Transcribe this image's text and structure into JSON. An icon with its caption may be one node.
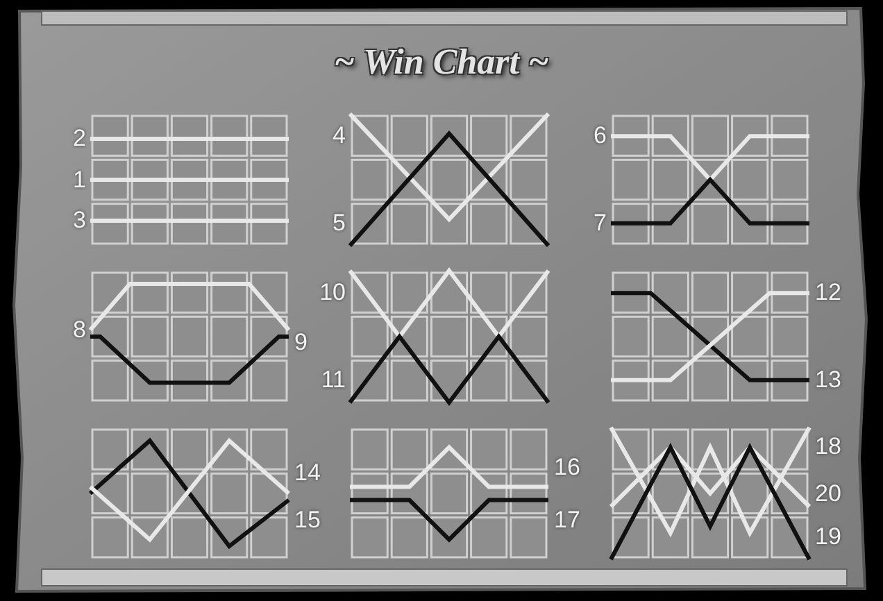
{
  "diagram": {
    "title": "~ Win Chart ~",
    "labels": [
      "2",
      "1",
      "3",
      "4",
      "5",
      "6",
      "7",
      "8",
      "9",
      "10",
      "11",
      "12",
      "13",
      "14",
      "15",
      "16",
      "17",
      "18",
      "20",
      "19"
    ]
  }
}
